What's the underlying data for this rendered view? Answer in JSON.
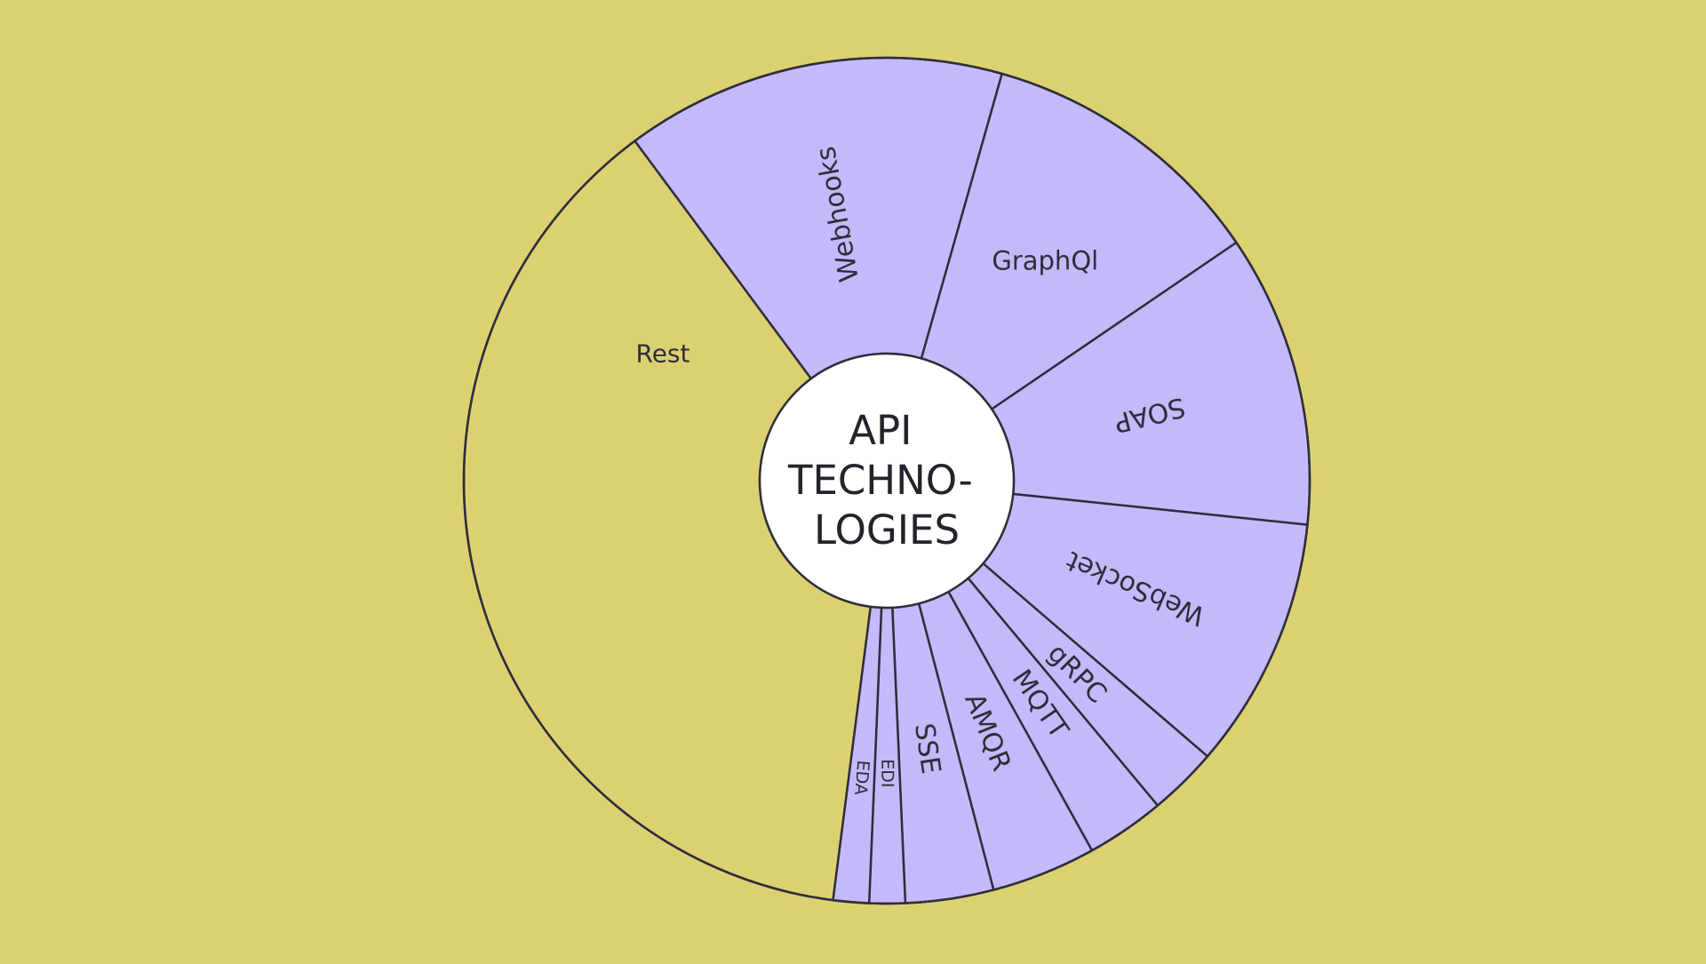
{
  "colors": {
    "background": "#dcd171",
    "rest": "#dcd171",
    "others": "#c4bafb",
    "outline": "#2e2e3a",
    "center": "#ffffff"
  },
  "center_title": [
    "API",
    "TECHNO-",
    "LOGIES"
  ],
  "chart_data": {
    "type": "pie",
    "variant": "donut",
    "unit": "share of circle, %",
    "start_clockwise_from": "Rest",
    "categories": [
      "Rest",
      "Webhooks",
      "GraphQl",
      "SOAP",
      "WebSocket",
      "gRPC",
      "MQTT",
      "AMQR",
      "SSE",
      "EDI",
      "EDA"
    ],
    "values": [
      41.6,
      16.0,
      12.2,
      12.3,
      10.6,
      2.9,
      3.3,
      4.4,
      3.7,
      1.5,
      1.5
    ]
  }
}
